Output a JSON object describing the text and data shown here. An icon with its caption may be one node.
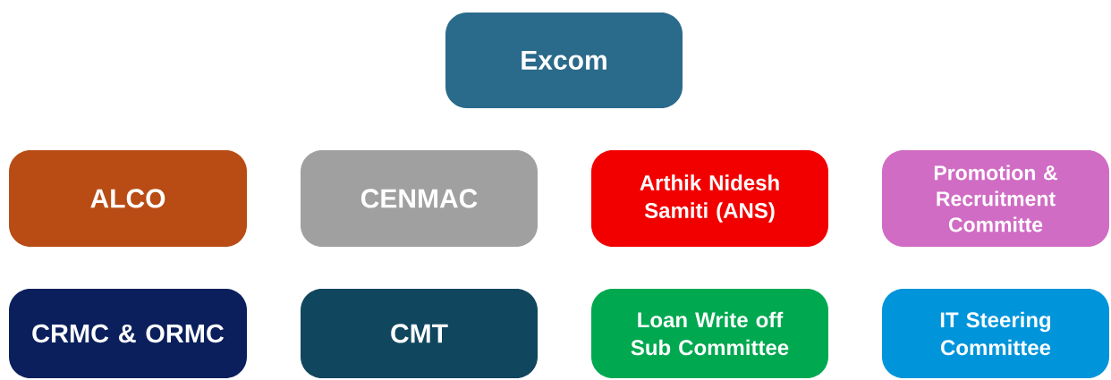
{
  "diagram": {
    "nodes": [
      {
        "text": [
          "Excom"
        ]
      },
      {
        "text": [
          "ALCO"
        ]
      },
      {
        "text": [
          "CENMAC"
        ]
      },
      {
        "text": [
          "Arthik Nidesh Samiti (ANS)"
        ]
      },
      {
        "text": [
          "Promotion & Recruitment Committe"
        ]
      },
      {
        "text": [
          "CRMC & ORMC"
        ]
      },
      {
        "text": [
          "CMT"
        ]
      },
      {
        "text": [
          "Loan Write off Sub Committee"
        ]
      },
      {
        "text": [
          "IT Steering Committee"
        ]
      }
    ]
  }
}
